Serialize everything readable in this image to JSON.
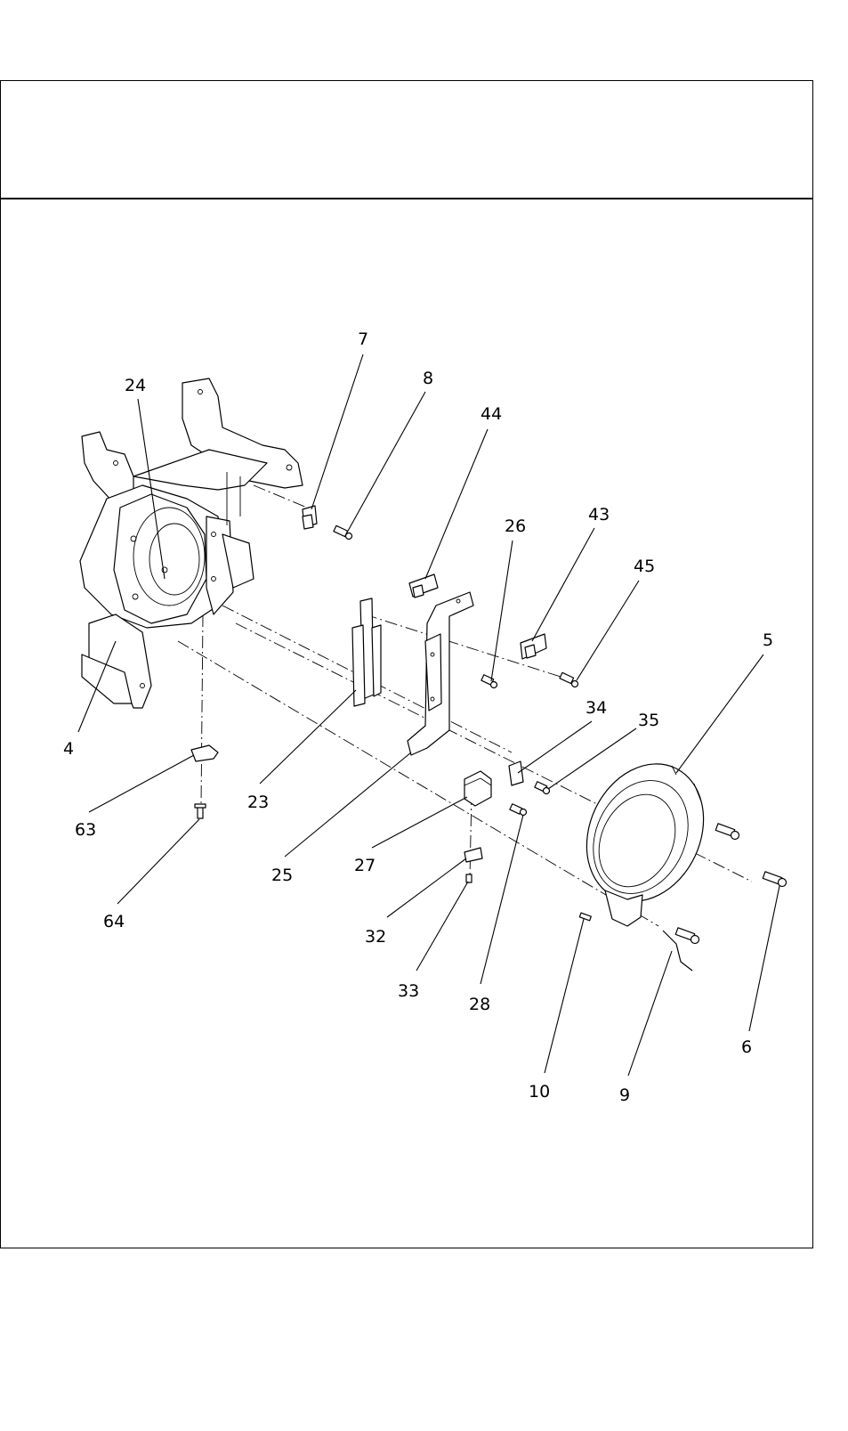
{
  "page": {
    "header_text": ""
  },
  "callouts": {
    "p4": "4",
    "p5": "5",
    "p6": "6",
    "p7": "7",
    "p8": "8",
    "p9": "9",
    "p10": "10",
    "p23": "23",
    "p24": "24",
    "p25": "25",
    "p26": "26",
    "p27": "27",
    "p28": "28",
    "p32": "32",
    "p33": "33",
    "p34": "34",
    "p35": "35",
    "p43": "43",
    "p44": "44",
    "p45": "45",
    "p63": "63",
    "p64": "64"
  }
}
